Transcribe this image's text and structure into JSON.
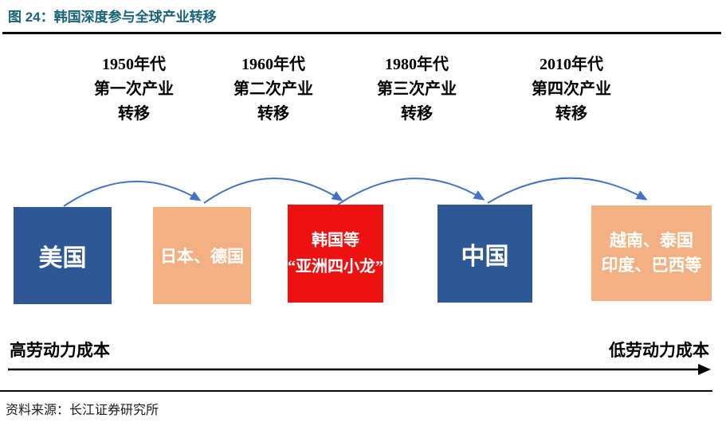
{
  "title": "图 24：韩国深度参与全球产业转移",
  "timeline": [
    {
      "lines": [
        "1950年代",
        "第一次产业",
        "转移"
      ]
    },
    {
      "lines": [
        "1960年代",
        "第二次产业",
        "转移"
      ]
    },
    {
      "lines": [
        "1980年代",
        "第三次产业",
        "转移"
      ]
    },
    {
      "lines": [
        "2010年代",
        "第四次产业",
        "转移"
      ]
    }
  ],
  "boxes": [
    {
      "lines": [
        "美国"
      ],
      "color": "#2E5796"
    },
    {
      "lines": [
        "日本、德国"
      ],
      "color": "#F3B183"
    },
    {
      "lines": [
        "韩国等",
        "“亚洲四小龙”"
      ],
      "color": "#EE1111"
    },
    {
      "lines": [
        "中国"
      ],
      "color": "#2E5796"
    },
    {
      "lines": [
        "越南、泰国",
        "印度、巴西等"
      ],
      "color": "#F3B183"
    }
  ],
  "axis": {
    "left_label": "高劳动力成本",
    "right_label": "低劳动力成本"
  },
  "source": "资料来源：长江证券研究所",
  "colors": {
    "title": "#16637A",
    "dark_blue": "#2E5796",
    "orange": "#F3B183",
    "red": "#EE1111",
    "transfer_arrow": "#4472C4",
    "axis_arrow": "#000000"
  }
}
